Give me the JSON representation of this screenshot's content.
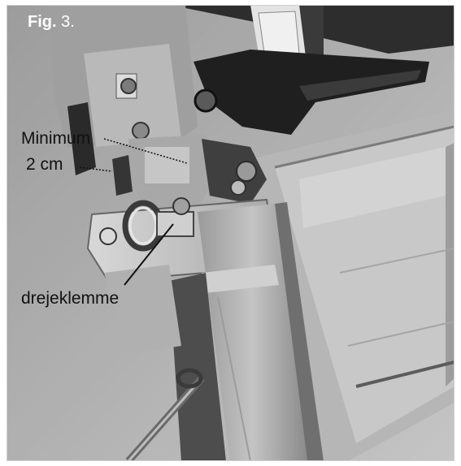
{
  "figure": {
    "title_prefix": "Fig.",
    "title_number": "3.",
    "labels": {
      "minimum": "Minimum",
      "distance": "2 cm",
      "clamp": "drejeklemme"
    }
  },
  "colors": {
    "background": "#ffffff",
    "metal_light": "#c9c9c9",
    "metal_mid": "#9e9e9e",
    "metal_dark": "#4a4a4a",
    "text": "#111111"
  }
}
